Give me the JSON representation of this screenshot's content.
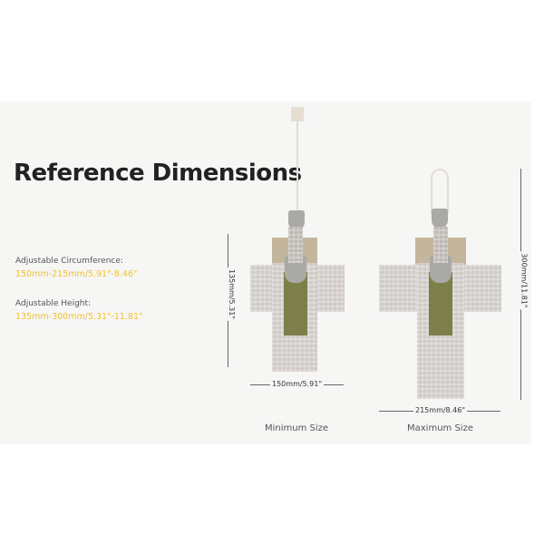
{
  "title": "Reference Dimensions",
  "specs": [
    {
      "label": "Adjustable Circumference:",
      "value": "150mm-215mm/5.91\"-8.46\""
    },
    {
      "label": "Adjustable Height:",
      "value": "135mm-300mm/5.31\"-11.81\""
    }
  ],
  "minimum": {
    "caption": "Minimum Size",
    "height": "135mm/5.31\"",
    "width": "150mm/5.91\""
  },
  "maximum": {
    "caption": "Maximum Size",
    "height": "300mm/11.81\"",
    "width": "215mm/8.46\""
  },
  "colors": {
    "accent": "#f2c230",
    "strap": "#cfcac5",
    "panel": "#7d7f4a"
  }
}
